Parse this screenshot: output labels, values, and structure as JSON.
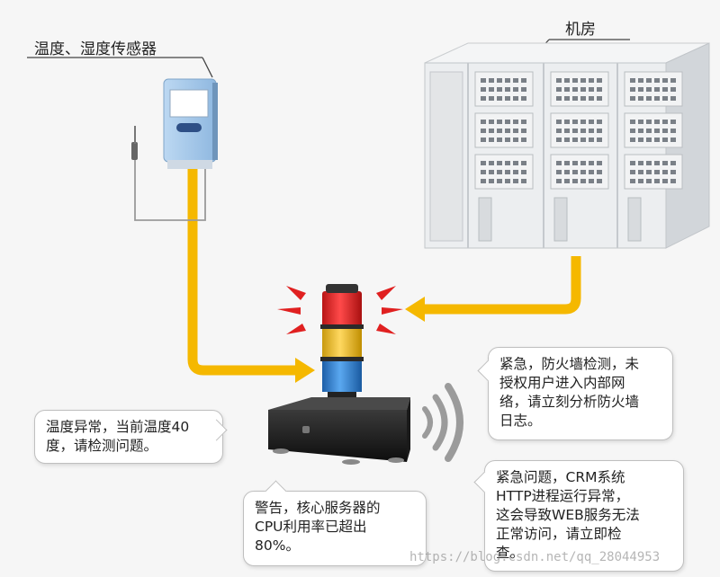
{
  "labels": {
    "sensor": "温度、湿度传感器",
    "server_room": "机房"
  },
  "bubbles": {
    "temperature": [
      "温度异常，当前温度40",
      "度，请检测问题。"
    ],
    "cpu": [
      "警告，核心服务器的",
      "CPU利用率已超出",
      "80%。"
    ],
    "firewall": [
      "紧急，防火墙检测，未",
      "授权用户进入内部网",
      "络，请立刻分析防火墙",
      "日志。"
    ],
    "crm": [
      "紧急问题，CRM系统",
      "HTTP进程运行异常，",
      "这会导致WEB服务无法",
      "正常访问，请立即检",
      "查。"
    ]
  },
  "watermark": "https://blog.csdn.net/qq_28044953",
  "colors": {
    "arrow": "#f5b800",
    "light_red": "#e02020",
    "light_yellow": "#f0c020",
    "light_blue": "#2f7fd0",
    "base": "#1b1b1b",
    "rack": "#e6e8ea"
  }
}
